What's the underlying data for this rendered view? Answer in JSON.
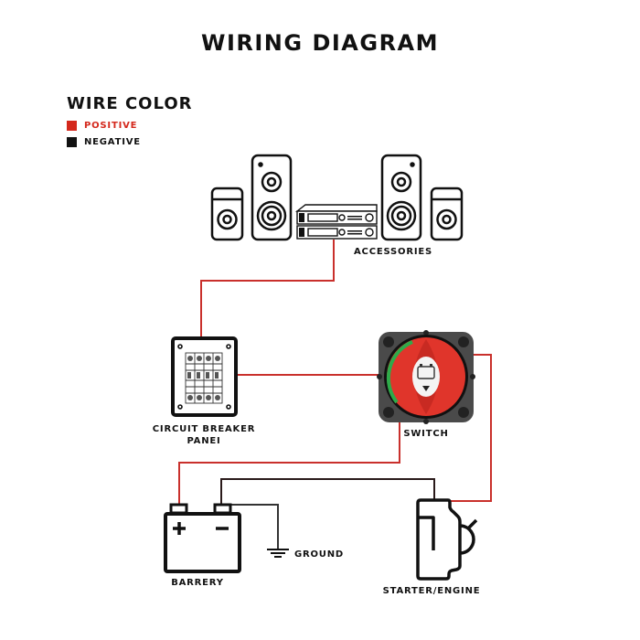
{
  "title": "WIRING DIAGRAM",
  "legend": {
    "title": "WIRE COLOR",
    "items": [
      {
        "label": "POSITIVE",
        "color": "#d4281c"
      },
      {
        "label": "NEGATIVE",
        "color": "#111111"
      }
    ]
  },
  "components": {
    "accessories": {
      "label": "ACCESSORIES"
    },
    "breaker_panel": {
      "label_line1": "CIRCUIT BREAKER",
      "label_line2": "PANEI"
    },
    "switch": {
      "label": "SWITCH"
    },
    "battery": {
      "label": "BARRERY",
      "positive_symbol": "+",
      "negative_symbol": "−"
    },
    "ground": {
      "label": "GROUND"
    },
    "starter": {
      "label": "STARTER/ENGINE"
    }
  },
  "colors": {
    "positive_wire": "#c9302c",
    "negative_wire": "#2a1a1a",
    "switch_body": "#4a4a4a",
    "switch_knob": "#e0352b",
    "switch_green": "#2eaa4a"
  }
}
